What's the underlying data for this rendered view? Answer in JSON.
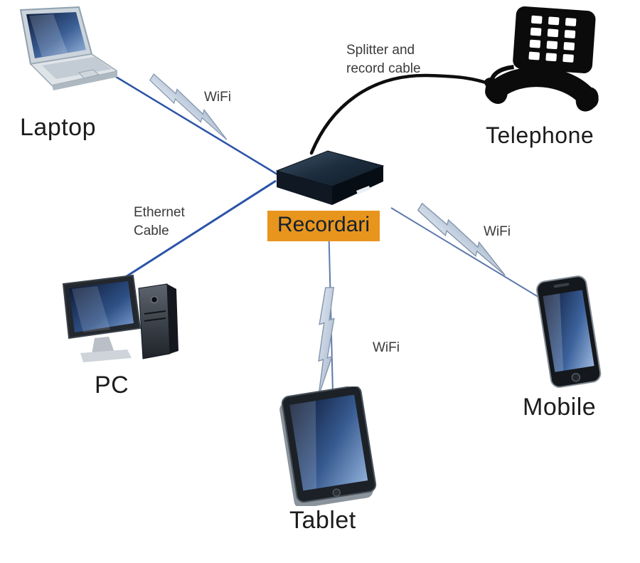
{
  "diagram": {
    "hub": {
      "id": "recordari",
      "label": "Recordari",
      "highlight_color": "#E8951D"
    },
    "nodes": [
      {
        "id": "laptop",
        "label": "Laptop"
      },
      {
        "id": "telephone",
        "label": "Telephone"
      },
      {
        "id": "pc",
        "label": "PC"
      },
      {
        "id": "mobile",
        "label": "Mobile"
      },
      {
        "id": "tablet",
        "label": "Tablet"
      }
    ],
    "connections": [
      {
        "from": "laptop",
        "to": "recordari",
        "type": "wifi",
        "label": "WiFi"
      },
      {
        "from": "telephone",
        "to": "recordari",
        "type": "cable",
        "label": "Splitter and record cable"
      },
      {
        "from": "pc",
        "to": "recordari",
        "type": "ethernet",
        "label": "Ethernet Cable"
      },
      {
        "from": "mobile",
        "to": "recordari",
        "type": "wifi",
        "label": "WiFi"
      },
      {
        "from": "tablet",
        "to": "recordari",
        "type": "wifi",
        "label": "WiFi"
      }
    ],
    "colors": {
      "ethernet_line": "#2b53a8",
      "wifi_line": "#5d79ac",
      "cable": "#0e0e0e",
      "bolt_fill_light": "#e2e8f0",
      "bolt_fill_dark": "#9cb0c9"
    }
  }
}
